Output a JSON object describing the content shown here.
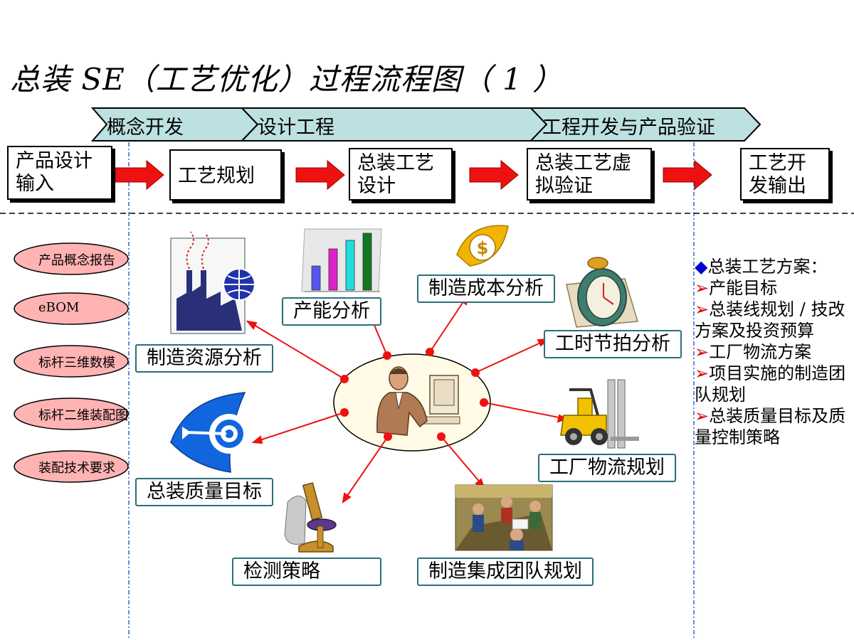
{
  "title": "总装 SE（工艺优化）过程流程图（ 1 ）",
  "phases": [
    "概念开发",
    "设计工程",
    "工程开发与产品验证"
  ],
  "process_steps": [
    {
      "line1": "产品设计",
      "line2": "输入"
    },
    {
      "line1": "工艺规划",
      "line2": ""
    },
    {
      "line1": "总装工艺",
      "line2": "设计"
    },
    {
      "line1": "总装工艺虚",
      "line2": "拟验证"
    },
    {
      "line1": "工艺开",
      "line2": "发输出"
    }
  ],
  "inputs": [
    "产品概念报告",
    "eBOM",
    "标杆三维数模",
    "标杆二维装配图",
    "装配技术要求"
  ],
  "tools": {
    "capacity": "产能分析",
    "cost": "制造成本分析",
    "resource": "制造资源分析",
    "takt": "工时节拍分析",
    "quality": "总装质量目标",
    "logistics": "工厂物流规划",
    "inspection": "检测策略",
    "team": "制造集成团队规划"
  },
  "outputs": {
    "heading": "总装工艺方案：",
    "items": [
      "产能目标",
      "总装线规划 / 技改方案及投资预算",
      "工厂物流方案",
      "项目实施的制造团队规划",
      "总装质量目标及质量控制策略"
    ]
  },
  "colors": {
    "phase_fill": "#bde0e0",
    "step_arrow": "#ee1111",
    "oval_fill": "#ffb3b3",
    "connector": "#ee1111",
    "tool_border": "#2a6f78",
    "guide_line": "#3366cc"
  }
}
